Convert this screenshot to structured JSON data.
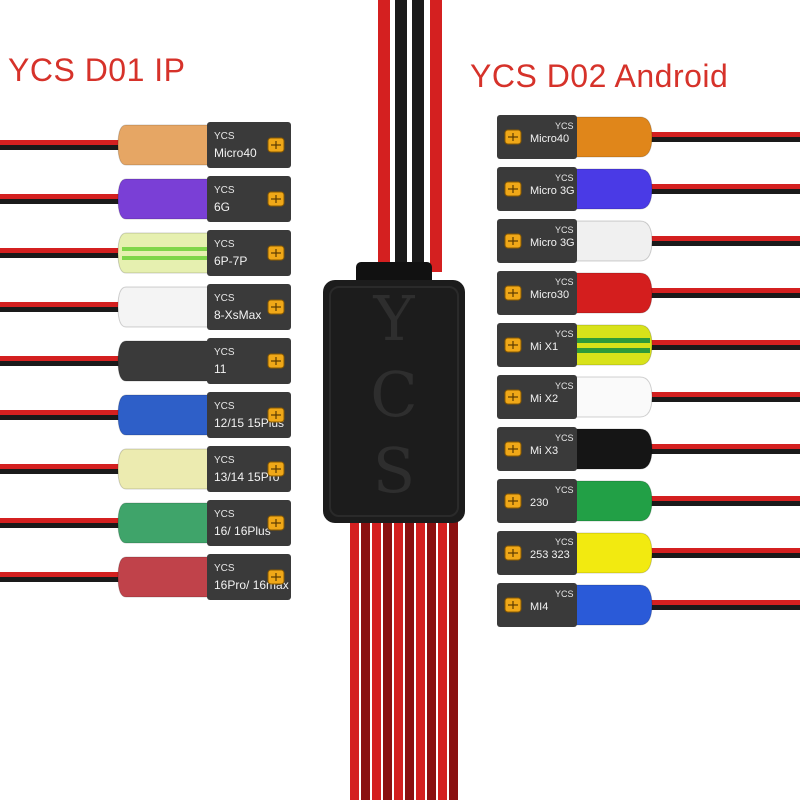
{
  "titles": {
    "left": "YCS D01 IP",
    "right": "YCS D02 Android"
  },
  "hub": {
    "letters": [
      "Y",
      "C",
      "S"
    ],
    "body_color": "#1c1c1c",
    "letter_color": "#2e2e2e"
  },
  "colors": {
    "wire_red": "#d42020",
    "wire_dark_red": "#8a1010",
    "wire_black": "#1a1a1a",
    "label_gray": "#3a3a3a",
    "text_red": "#d6322a"
  },
  "left_cables": [
    {
      "model": "Micro40",
      "clip_color": "#e6a664",
      "stripe": null,
      "brand": "YCS"
    },
    {
      "model": "6G",
      "clip_color": "#7a3fd6",
      "stripe": null,
      "brand": "YCS"
    },
    {
      "model": "6P-7P",
      "clip_color": "#e6f0b0",
      "stripe": "#7fd64a",
      "brand": "YCS"
    },
    {
      "model": "8-XsMax",
      "clip_color": "#f4f4f4",
      "stripe": null,
      "brand": "YCS"
    },
    {
      "model": "11",
      "clip_color": "#3a3a3a",
      "stripe": null,
      "brand": "YCS"
    },
    {
      "model": "12/15 15Plus",
      "clip_color": "#2e5fc8",
      "stripe": null,
      "brand": "YCS"
    },
    {
      "model": "13/14 15Pro",
      "clip_color": "#ecebb0",
      "stripe": null,
      "brand": "YCS"
    },
    {
      "model": "16/ 16Plus",
      "clip_color": "#3fa46a",
      "stripe": null,
      "brand": "YCS"
    },
    {
      "model": "16Pro/ 16max",
      "clip_color": "#c0424a",
      "stripe": null,
      "brand": "YCS"
    }
  ],
  "right_cables": [
    {
      "model": "Micro40",
      "clip_color": "#e0861a",
      "stripe": null,
      "brand": "YCS"
    },
    {
      "model": "Micro 3G",
      "clip_color": "#4a3ae6",
      "stripe": null,
      "brand": "YCS"
    },
    {
      "model": "Micro 3G",
      "clip_color": "#f0f0f0",
      "stripe": null,
      "brand": "YCS"
    },
    {
      "model": "Micro30",
      "clip_color": "#d41e1e",
      "stripe": null,
      "brand": "YCS"
    },
    {
      "model": "Mi X1",
      "clip_color": "#d8e21a",
      "stripe": "#2f9a3a",
      "brand": "YCS"
    },
    {
      "model": "Mi X2",
      "clip_color": "#fafafa",
      "stripe": null,
      "brand": "YCS"
    },
    {
      "model": "Mi X3",
      "clip_color": "#151515",
      "stripe": null,
      "brand": "YCS"
    },
    {
      "model": "230",
      "clip_color": "#22a046",
      "stripe": null,
      "brand": "YCS"
    },
    {
      "model": "253 323",
      "clip_color": "#f2ea10",
      "stripe": null,
      "brand": "YCS"
    },
    {
      "model": "MI4",
      "clip_color": "#2a5ad8",
      "stripe": null,
      "brand": "YCS"
    }
  ]
}
